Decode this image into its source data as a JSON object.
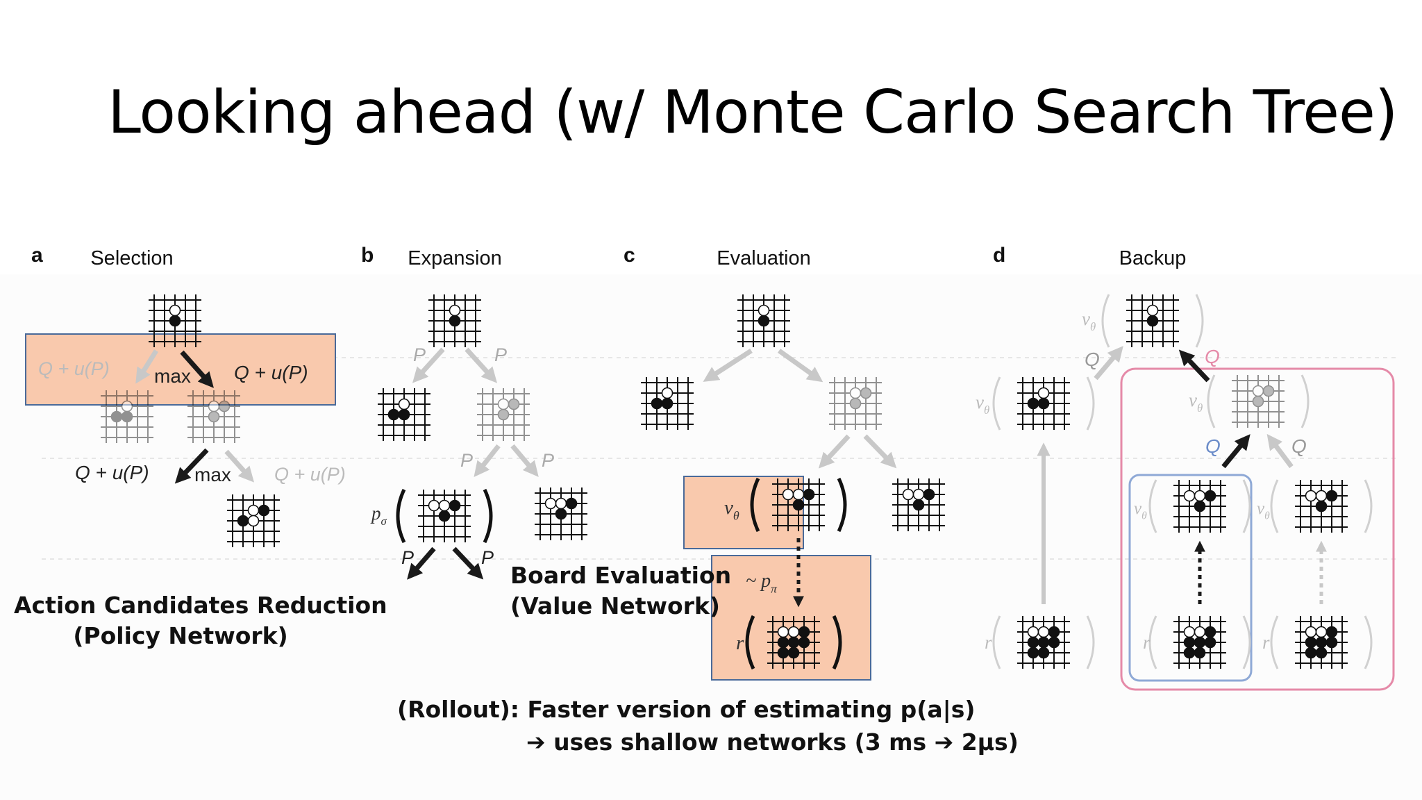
{
  "title": "Looking ahead (w/ Monte Carlo Search Tree)",
  "panels": [
    {
      "letter": "a",
      "name": "Selection"
    },
    {
      "letter": "b",
      "name": "Expansion"
    },
    {
      "letter": "c",
      "name": "Evaluation"
    },
    {
      "letter": "d",
      "name": "Backup"
    }
  ],
  "labels": {
    "q_plus_u": "Q + u(P)",
    "max": "max",
    "p": "P",
    "q": "Q",
    "p_sigma": "p",
    "sigma": "σ",
    "v_theta": "v",
    "theta": "θ",
    "tilde_p_pi": "~ p",
    "pi": "π",
    "r": "r"
  },
  "captions": {
    "policy_line1": "Action Candidates Reduction",
    "policy_line2": "(Policy Network)",
    "value_line1": "Board Evaluation",
    "value_line2": "(Value Network)",
    "rollout_line1": "(Rollout): Faster version of estimating p(a|s)",
    "rollout_line2": "➔ uses shallow networks (3 ms ➔ 2μs)"
  },
  "colors": {
    "highlight_fill": "#f9c9ad",
    "highlight_border": "#4a6a99",
    "pink_border": "#e58aa8",
    "blue_border": "#8fa9d6",
    "grey_arrow": "#c8c8c8",
    "dark_arrow": "#1a1a1a"
  }
}
